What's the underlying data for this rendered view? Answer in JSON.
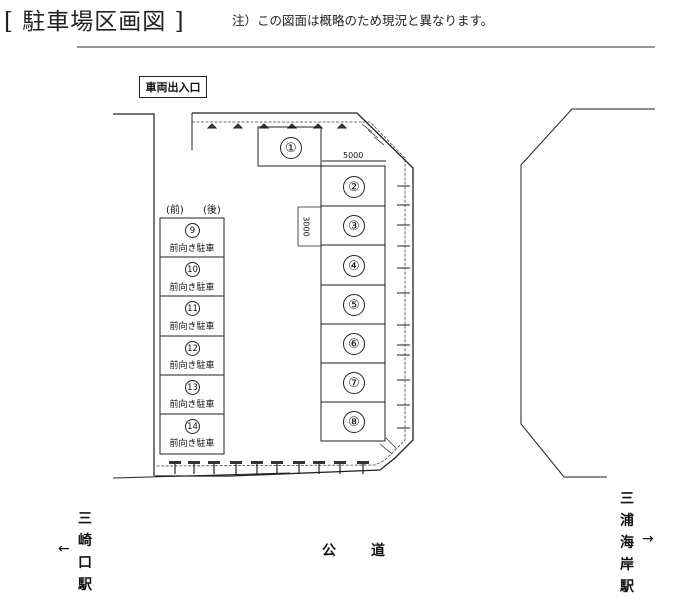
{
  "header": {
    "title": "[ 駐車場区画図 ]",
    "note": "注）この図面は概略のため現況と異なります。"
  },
  "entrance": {
    "label": "車両出入口"
  },
  "right_column": {
    "width_dim": "5000",
    "slots": [
      {
        "num": "①"
      },
      {
        "num": "②"
      },
      {
        "num": "③"
      },
      {
        "num": "④"
      },
      {
        "num": "⑤"
      },
      {
        "num": "⑥"
      },
      {
        "num": "⑦"
      },
      {
        "num": "⑧"
      }
    ]
  },
  "depth_dim": "3000",
  "left_column": {
    "front_label": "(前)",
    "back_label": "(後)",
    "slots": [
      {
        "num": "9",
        "caption": "前向き駐車"
      },
      {
        "num": "10",
        "caption": "前向き駐車"
      },
      {
        "num": "11",
        "caption": "前向き駐車"
      },
      {
        "num": "12",
        "caption": "前向き駐車"
      },
      {
        "num": "13",
        "caption": "前向き駐車"
      },
      {
        "num": "14",
        "caption": "前向き駐車"
      }
    ]
  },
  "road": {
    "label_1": "公",
    "label_2": "道"
  },
  "stations": {
    "left": {
      "chars": [
        "三",
        "崎",
        "口",
        "駅"
      ],
      "arrow": "←"
    },
    "right": {
      "chars": [
        "三",
        "浦",
        "海",
        "岸",
        "駅"
      ],
      "arrow": "→"
    }
  }
}
